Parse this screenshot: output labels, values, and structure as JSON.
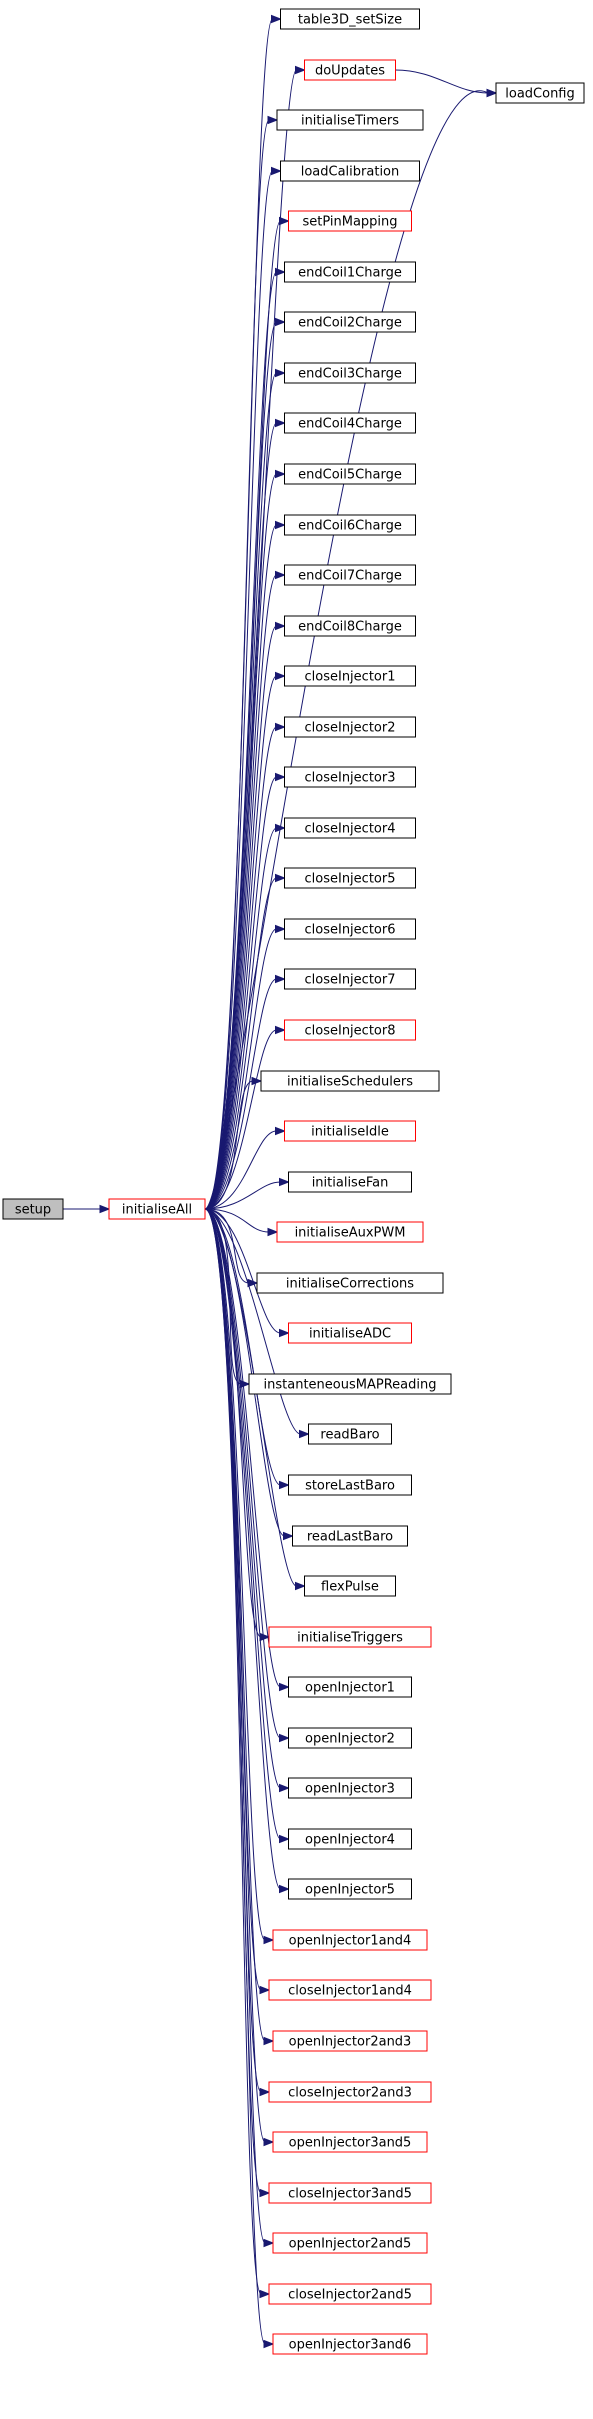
{
  "colors": {
    "edge": "#191970",
    "normal": "#000000",
    "truncated": "#ff0000",
    "root_fill": "#bfbfbf"
  },
  "nodes": [
    {
      "id": "setup",
      "label": "setup",
      "style": "root"
    },
    {
      "id": "initialiseAll",
      "label": "initialiseAll",
      "style": "truncated"
    },
    {
      "id": "table3D_setSize",
      "label": "table3D_setSize",
      "style": "normal"
    },
    {
      "id": "loadConfig",
      "label": "loadConfig",
      "style": "normal"
    },
    {
      "id": "doUpdates",
      "label": "doUpdates",
      "style": "truncated"
    },
    {
      "id": "initialiseTimers",
      "label": "initialiseTimers",
      "style": "normal"
    },
    {
      "id": "loadCalibration",
      "label": "loadCalibration",
      "style": "normal"
    },
    {
      "id": "setPinMapping",
      "label": "setPinMapping",
      "style": "truncated"
    },
    {
      "id": "endCoil1Charge",
      "label": "endCoil1Charge",
      "style": "normal"
    },
    {
      "id": "endCoil2Charge",
      "label": "endCoil2Charge",
      "style": "normal"
    },
    {
      "id": "endCoil3Charge",
      "label": "endCoil3Charge",
      "style": "normal"
    },
    {
      "id": "endCoil4Charge",
      "label": "endCoil4Charge",
      "style": "normal"
    },
    {
      "id": "endCoil5Charge",
      "label": "endCoil5Charge",
      "style": "normal"
    },
    {
      "id": "endCoil6Charge",
      "label": "endCoil6Charge",
      "style": "normal"
    },
    {
      "id": "endCoil7Charge",
      "label": "endCoil7Charge",
      "style": "normal"
    },
    {
      "id": "endCoil8Charge",
      "label": "endCoil8Charge",
      "style": "normal"
    },
    {
      "id": "closeInjector1",
      "label": "closeInjector1",
      "style": "normal"
    },
    {
      "id": "closeInjector2",
      "label": "closeInjector2",
      "style": "normal"
    },
    {
      "id": "closeInjector3",
      "label": "closeInjector3",
      "style": "normal"
    },
    {
      "id": "closeInjector4",
      "label": "closeInjector4",
      "style": "normal"
    },
    {
      "id": "closeInjector5",
      "label": "closeInjector5",
      "style": "normal"
    },
    {
      "id": "closeInjector6",
      "label": "closeInjector6",
      "style": "normal"
    },
    {
      "id": "closeInjector7",
      "label": "closeInjector7",
      "style": "normal"
    },
    {
      "id": "closeInjector8",
      "label": "closeInjector8",
      "style": "truncated"
    },
    {
      "id": "initialiseSchedulers",
      "label": "initialiseSchedulers",
      "style": "normal"
    },
    {
      "id": "initialiseIdle",
      "label": "initialiseIdle",
      "style": "truncated"
    },
    {
      "id": "initialiseFan",
      "label": "initialiseFan",
      "style": "normal"
    },
    {
      "id": "initialiseAuxPWM",
      "label": "initialiseAuxPWM",
      "style": "truncated"
    },
    {
      "id": "initialiseCorrections",
      "label": "initialiseCorrections",
      "style": "normal"
    },
    {
      "id": "initialiseADC",
      "label": "initialiseADC",
      "style": "truncated"
    },
    {
      "id": "instanteneousMAPReading",
      "label": "instanteneousMAPReading",
      "style": "normal"
    },
    {
      "id": "readBaro",
      "label": "readBaro",
      "style": "normal"
    },
    {
      "id": "storeLastBaro",
      "label": "storeLastBaro",
      "style": "normal"
    },
    {
      "id": "readLastBaro",
      "label": "readLastBaro",
      "style": "normal"
    },
    {
      "id": "flexPulse",
      "label": "flexPulse",
      "style": "normal"
    },
    {
      "id": "initialiseTriggers",
      "label": "initialiseTriggers",
      "style": "truncated"
    },
    {
      "id": "openInjector1",
      "label": "openInjector1",
      "style": "normal"
    },
    {
      "id": "openInjector2",
      "label": "openInjector2",
      "style": "normal"
    },
    {
      "id": "openInjector3",
      "label": "openInjector3",
      "style": "normal"
    },
    {
      "id": "openInjector4",
      "label": "openInjector4",
      "style": "normal"
    },
    {
      "id": "openInjector5",
      "label": "openInjector5",
      "style": "normal"
    },
    {
      "id": "openInjector1and4",
      "label": "openInjector1and4",
      "style": "truncated"
    },
    {
      "id": "closeInjector1and4",
      "label": "closeInjector1and4",
      "style": "truncated"
    },
    {
      "id": "openInjector2and3",
      "label": "openInjector2and3",
      "style": "truncated"
    },
    {
      "id": "closeInjector2and3",
      "label": "closeInjector2and3",
      "style": "truncated"
    },
    {
      "id": "openInjector3and5",
      "label": "openInjector3and5",
      "style": "truncated"
    },
    {
      "id": "closeInjector3and5",
      "label": "closeInjector3and5",
      "style": "truncated"
    },
    {
      "id": "openInjector2and5",
      "label": "openInjector2and5",
      "style": "truncated"
    },
    {
      "id": "closeInjector2and5",
      "label": "closeInjector2and5",
      "style": "truncated"
    },
    {
      "id": "openInjector3and6",
      "label": "openInjector3and6",
      "style": "truncated"
    }
  ],
  "edges": [
    [
      "setup",
      "initialiseAll"
    ],
    [
      "initialiseAll",
      "table3D_setSize"
    ],
    [
      "initialiseAll",
      "loadConfig"
    ],
    [
      "initialiseAll",
      "doUpdates"
    ],
    [
      "doUpdates",
      "loadConfig"
    ],
    [
      "initialiseAll",
      "initialiseTimers"
    ],
    [
      "initialiseAll",
      "loadCalibration"
    ],
    [
      "initialiseAll",
      "setPinMapping"
    ],
    [
      "initialiseAll",
      "endCoil1Charge"
    ],
    [
      "initialiseAll",
      "endCoil2Charge"
    ],
    [
      "initialiseAll",
      "endCoil3Charge"
    ],
    [
      "initialiseAll",
      "endCoil4Charge"
    ],
    [
      "initialiseAll",
      "endCoil5Charge"
    ],
    [
      "initialiseAll",
      "endCoil6Charge"
    ],
    [
      "initialiseAll",
      "endCoil7Charge"
    ],
    [
      "initialiseAll",
      "endCoil8Charge"
    ],
    [
      "initialiseAll",
      "closeInjector1"
    ],
    [
      "initialiseAll",
      "closeInjector2"
    ],
    [
      "initialiseAll",
      "closeInjector3"
    ],
    [
      "initialiseAll",
      "closeInjector4"
    ],
    [
      "initialiseAll",
      "closeInjector5"
    ],
    [
      "initialiseAll",
      "closeInjector6"
    ],
    [
      "initialiseAll",
      "closeInjector7"
    ],
    [
      "initialiseAll",
      "closeInjector8"
    ],
    [
      "initialiseAll",
      "initialiseSchedulers"
    ],
    [
      "initialiseAll",
      "initialiseIdle"
    ],
    [
      "initialiseAll",
      "initialiseFan"
    ],
    [
      "initialiseAll",
      "initialiseAuxPWM"
    ],
    [
      "initialiseAll",
      "initialiseCorrections"
    ],
    [
      "initialiseAll",
      "initialiseADC"
    ],
    [
      "initialiseAll",
      "instanteneousMAPReading"
    ],
    [
      "initialiseAll",
      "readBaro"
    ],
    [
      "initialiseAll",
      "storeLastBaro"
    ],
    [
      "initialiseAll",
      "readLastBaro"
    ],
    [
      "initialiseAll",
      "flexPulse"
    ],
    [
      "initialiseAll",
      "initialiseTriggers"
    ],
    [
      "initialiseAll",
      "openInjector1"
    ],
    [
      "initialiseAll",
      "openInjector2"
    ],
    [
      "initialiseAll",
      "openInjector3"
    ],
    [
      "initialiseAll",
      "openInjector4"
    ],
    [
      "initialiseAll",
      "openInjector5"
    ],
    [
      "initialiseAll",
      "openInjector1and4"
    ],
    [
      "initialiseAll",
      "closeInjector1and4"
    ],
    [
      "initialiseAll",
      "openInjector2and3"
    ],
    [
      "initialiseAll",
      "closeInjector2and3"
    ],
    [
      "initialiseAll",
      "openInjector3and5"
    ],
    [
      "initialiseAll",
      "closeInjector3and5"
    ],
    [
      "initialiseAll",
      "openInjector2and5"
    ],
    [
      "initialiseAll",
      "closeInjector2and5"
    ],
    [
      "initialiseAll",
      "openInjector3and6"
    ]
  ]
}
